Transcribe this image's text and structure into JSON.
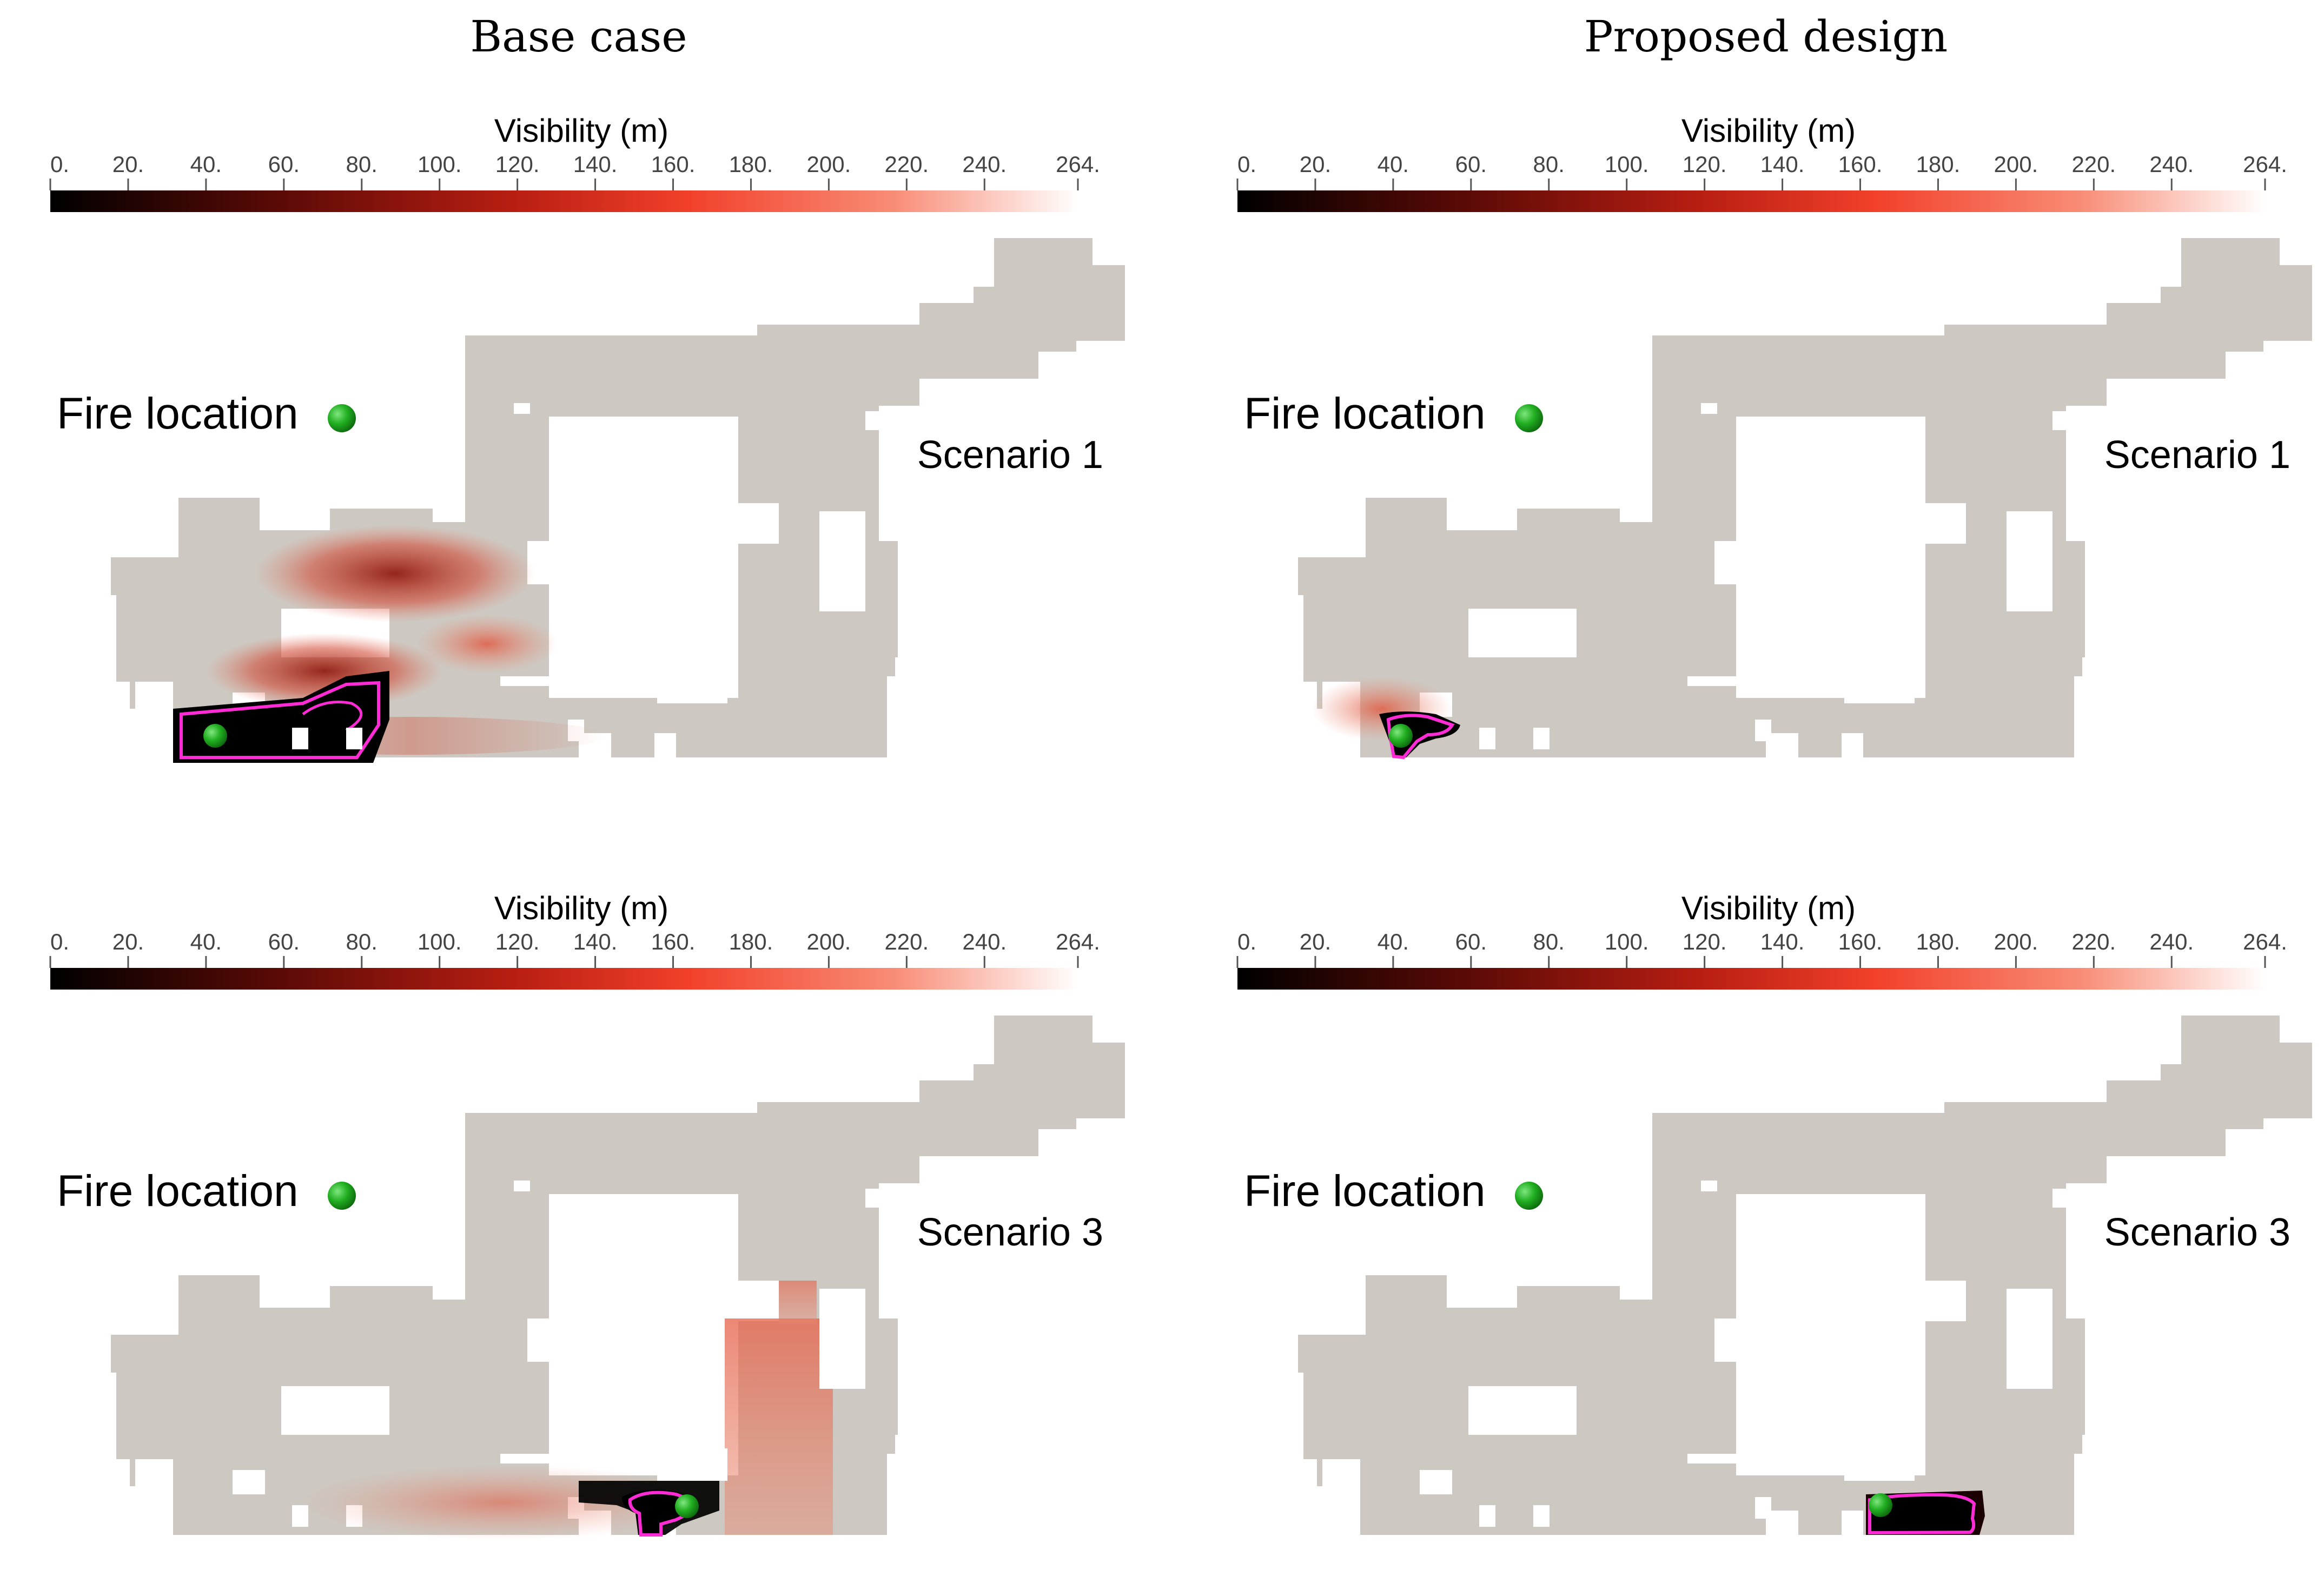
{
  "column_headers": [
    "Base case",
    "Proposed design"
  ],
  "colorbar": {
    "title": "Visibility (m)",
    "ticks": [
      "0.",
      "20.",
      "40.",
      "60.",
      "80.",
      "100.",
      "120.",
      "140.",
      "160.",
      "180.",
      "200.",
      "220.",
      "240.",
      "264."
    ],
    "min": 0,
    "max": 264,
    "colors": [
      "#000000",
      "#5a0a06",
      "#b81e12",
      "#f2402a",
      "#f88c76",
      "#ffffff"
    ]
  },
  "legend": {
    "label": "Fire location",
    "marker_color": "#22b022"
  },
  "panels": [
    {
      "column": "Base case",
      "scenario": "Scenario 1"
    },
    {
      "column": "Proposed design",
      "scenario": "Scenario 1"
    },
    {
      "column": "Base case",
      "scenario": "Scenario 3"
    },
    {
      "column": "Proposed design",
      "scenario": "Scenario 3"
    }
  ],
  "colors": {
    "floor": "#cdc9c2",
    "contour": "#ff2cd5",
    "fire": "#22b022"
  }
}
